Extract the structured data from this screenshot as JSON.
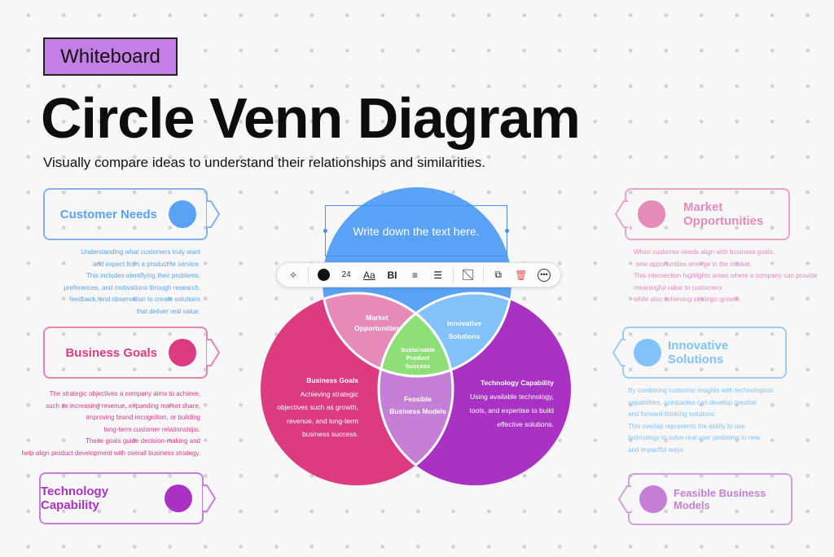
{
  "header": {
    "badge": "Whiteboard",
    "title": "Circle Venn Diagram",
    "subtitle": "Visually compare ideas to understand their relationships and similarities."
  },
  "colors": {
    "blue": "#5aa2f5",
    "pink": "#dc3b82",
    "purple": "#a932c4",
    "market": "#e68ab8",
    "innovative": "#82c2f8",
    "feasible": "#c57fd6",
    "center": "#8fdf77"
  },
  "cards": {
    "customer": {
      "title": "Customer Needs",
      "lines": [
        "Understanding what customers truly want",
        "and expect from a product or service.",
        "This includes identifying their problems,",
        "preferences, and motivations through research,",
        "feedback, and observation to create solutions",
        "that deliver real value."
      ]
    },
    "business": {
      "title": "Business Goals",
      "lines": [
        "The strategic objectives a company aims to achieve,",
        "such as increasing revenue, expanding market share,",
        "improving brand recognition, or building",
        "long-term customer relationships.",
        "These goals guide decision-making and",
        "help align product development with overall business strategy."
      ]
    },
    "technology": {
      "title": "Technology Capability"
    },
    "market": {
      "title": "Market Opportunities",
      "lines": [
        "When customer needs align with business goals,",
        " new opportunities emerge in the market.",
        "This intersection highlights areas where a company can provide",
        "meaningful value to customers",
        "while also achieving strategic growth."
      ]
    },
    "innovative": {
      "title": "Innovative Solutions",
      "lines": [
        "By combining customer insights with technological",
        "capabilities, companies can develop creative",
        "and forward-thinking solutions.",
        "This overlap represents the ability to use",
        "technology to solve real user problems in new",
        "and impactful ways."
      ]
    },
    "feasible": {
      "title": "Feasible Business Models"
    }
  },
  "venn": {
    "textbox": "Write down the text here.",
    "market": [
      "Market",
      "Opportunities"
    ],
    "innovative": [
      "Innovative",
      "Solutions"
    ],
    "center": [
      "Sustainable",
      "Product",
      "Success"
    ],
    "feasible": [
      "Feasible",
      "Business Models"
    ],
    "business": {
      "title": "Business Goals",
      "lines": [
        "Achieving strategic",
        "objectives such as growth,",
        "revenue, and long-term",
        "business success."
      ]
    },
    "technology": {
      "title": "Technology Capability",
      "lines": [
        "Using available technology,",
        "tools, and expertise to build",
        "effective solutions."
      ]
    }
  },
  "toolbar": {
    "font_size": "24",
    "font_label": "Aa",
    "style_label": "BI",
    "icons": [
      "ai-sparkle-icon",
      "color-picker-icon",
      "font-icon",
      "bold-italic-icon",
      "align-icon",
      "list-icon",
      "border-icon",
      "duplicate-icon",
      "delete-icon",
      "more-icon"
    ]
  }
}
